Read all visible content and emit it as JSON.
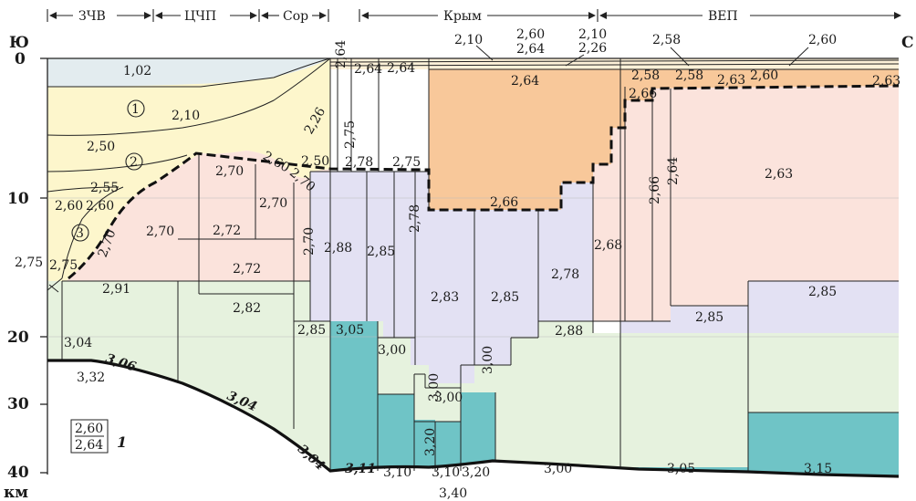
{
  "zones": {
    "zchv": "ЗЧВ",
    "tschp": "ЦЧП",
    "sor": "Сор",
    "krym": "Крым",
    "vep": "ВЕП"
  },
  "axis": {
    "south": "Ю",
    "north": "С",
    "unit": "км",
    "ticks": [
      "0",
      "10",
      "20",
      "30",
      "40"
    ]
  },
  "legend": {
    "top": "2,60",
    "bottom": "2,64",
    "number": "1"
  },
  "layers": {
    "l_102": "1,02",
    "l_210a": "2,10",
    "l_250a": "2,50",
    "l_255": "2,55",
    "l_260a": "2,60",
    "l_260b": "2,60",
    "l_226": "2,26",
    "l_270a": "2,70",
    "l_270b": "2,70",
    "l_270c": "2,70",
    "l_270d": "2,70",
    "l_260c": "2,60",
    "l_250b": "2,50",
    "l_270e": "2,70",
    "l_272a": "2,72",
    "l_272b": "2,72",
    "l_270f": "2,70",
    "l_275a": "2,75",
    "l_275b": "2,75",
    "l_291": "2,91",
    "l_282": "2,82",
    "l_304a": "3,04",
    "l_306": "3,06",
    "l_332": "3,32",
    "l_304b": "3,04",
    "l_304c": "3,04",
    "l_285a": "2,85",
    "l_305a": "3,05",
    "l_264a": "2,64",
    "l_275c": "2,75",
    "l_264b": "2,64",
    "l_264c": "2,64",
    "l_278a": "2,78",
    "l_275d": "2,75",
    "l_288a": "2,88",
    "l_285b": "2,85",
    "l_278b": "2,78",
    "l_300a": "3,00",
    "l_311": "3,11",
    "l_310a": "3,10",
    "l_320a": "3,20",
    "l_310b": "3,10",
    "l_320b": "3,20",
    "l_300b": "3,00",
    "l_300c": "3,00",
    "l_300d": "3,00",
    "l_264d": "2,64",
    "l_266a": "2,66",
    "l_283": "2,83",
    "l_285c": "2,85",
    "l_278c": "2,78",
    "l_268": "2,68",
    "l_288b": "2,88",
    "l_300e": "3,00",
    "l_340": "3,40",
    "l_210b": "2,10",
    "l_260d": "2,60",
    "l_264e": "2,64",
    "l_210c": "2,10",
    "l_226b": "2,26",
    "l_258a": "2,58",
    "l_260e": "2,60",
    "l_258b": "2,58",
    "l_258c": "2,58",
    "l_263a": "2,63",
    "l_260f": "2,60",
    "l_263b": "2,63",
    "l_266b": "2,66",
    "l_266c": "2,66",
    "l_264f": "2,64",
    "l_263c": "2,63",
    "l_285d": "2,85",
    "l_285e": "2,85",
    "l_305b": "3,05",
    "l_315": "3,15"
  },
  "circled": [
    "1",
    "2",
    "3"
  ],
  "colors": {
    "upper_sediment": "#fdf6cc",
    "top_layer": "#e3ecef",
    "orange": "#f8c89a",
    "pink": "#fbe3dc",
    "lavender": "#e3e1f3",
    "green": "#e6f2de",
    "teal": "#6fc4c6"
  }
}
